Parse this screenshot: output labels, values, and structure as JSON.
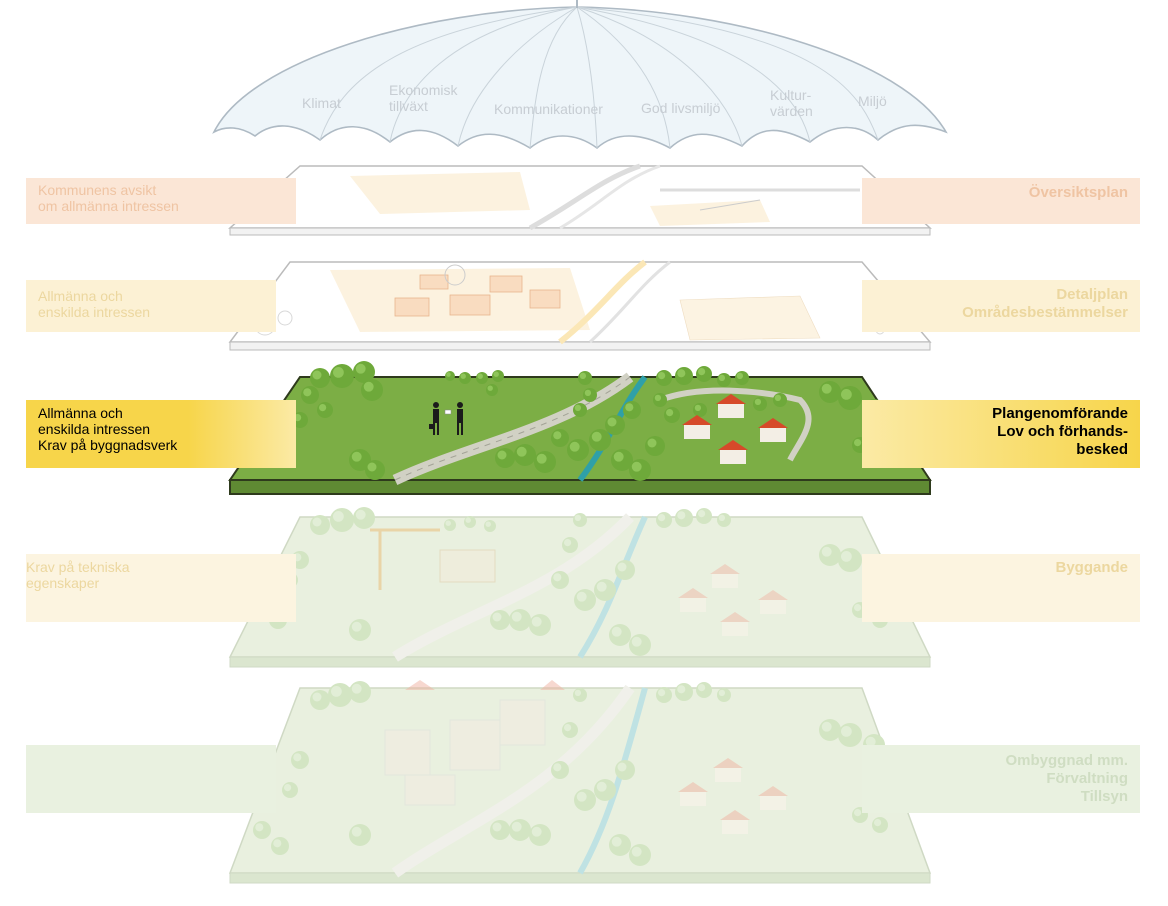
{
  "umbrella": {
    "labels": [
      "Klimat",
      "Ekonomisk\ntillväxt",
      "Kommunikationer",
      "God livsmiljö",
      "Kultur-\nvärden",
      "Miljö"
    ]
  },
  "layers": [
    {
      "left": "Kommunens avsikt\nom allmänna intressen",
      "right": "Översiktsplan",
      "active": false
    },
    {
      "left": "Allmänna och\nenskilda intressen",
      "right": "Detaljplan\nOmrådesbestämmelser",
      "active": false
    },
    {
      "left": "Allmänna och\nenskilda intressen\nKrav på byggnadsverk",
      "right": "Plangenomförande\nLov och förhands-\nbesked",
      "active": true
    },
    {
      "left": "Krav på tekniska\negenskaper",
      "right": "Byggande",
      "active": false
    },
    {
      "left": "",
      "right": "Ombyggnad mm.\nFörvaltning\nTillsyn",
      "active": false
    }
  ],
  "colors": {
    "band_orange": "#fbe6d6",
    "band_yellow": "#fcf1d4",
    "band_active": "#f7d54a",
    "band_green": "#e9f1e0",
    "band_grey_green": "#e7ece2",
    "text_faded_orange": "#efc4a3",
    "text_faded_yellow": "#ecd79f",
    "text_faded_green": "#cfddc2",
    "text_active": "#000000",
    "grass": "#7cae45",
    "grass_faded": "#e4edd9",
    "tree": "#6ea93a",
    "tree_faded": "#d3e5c3"
  }
}
